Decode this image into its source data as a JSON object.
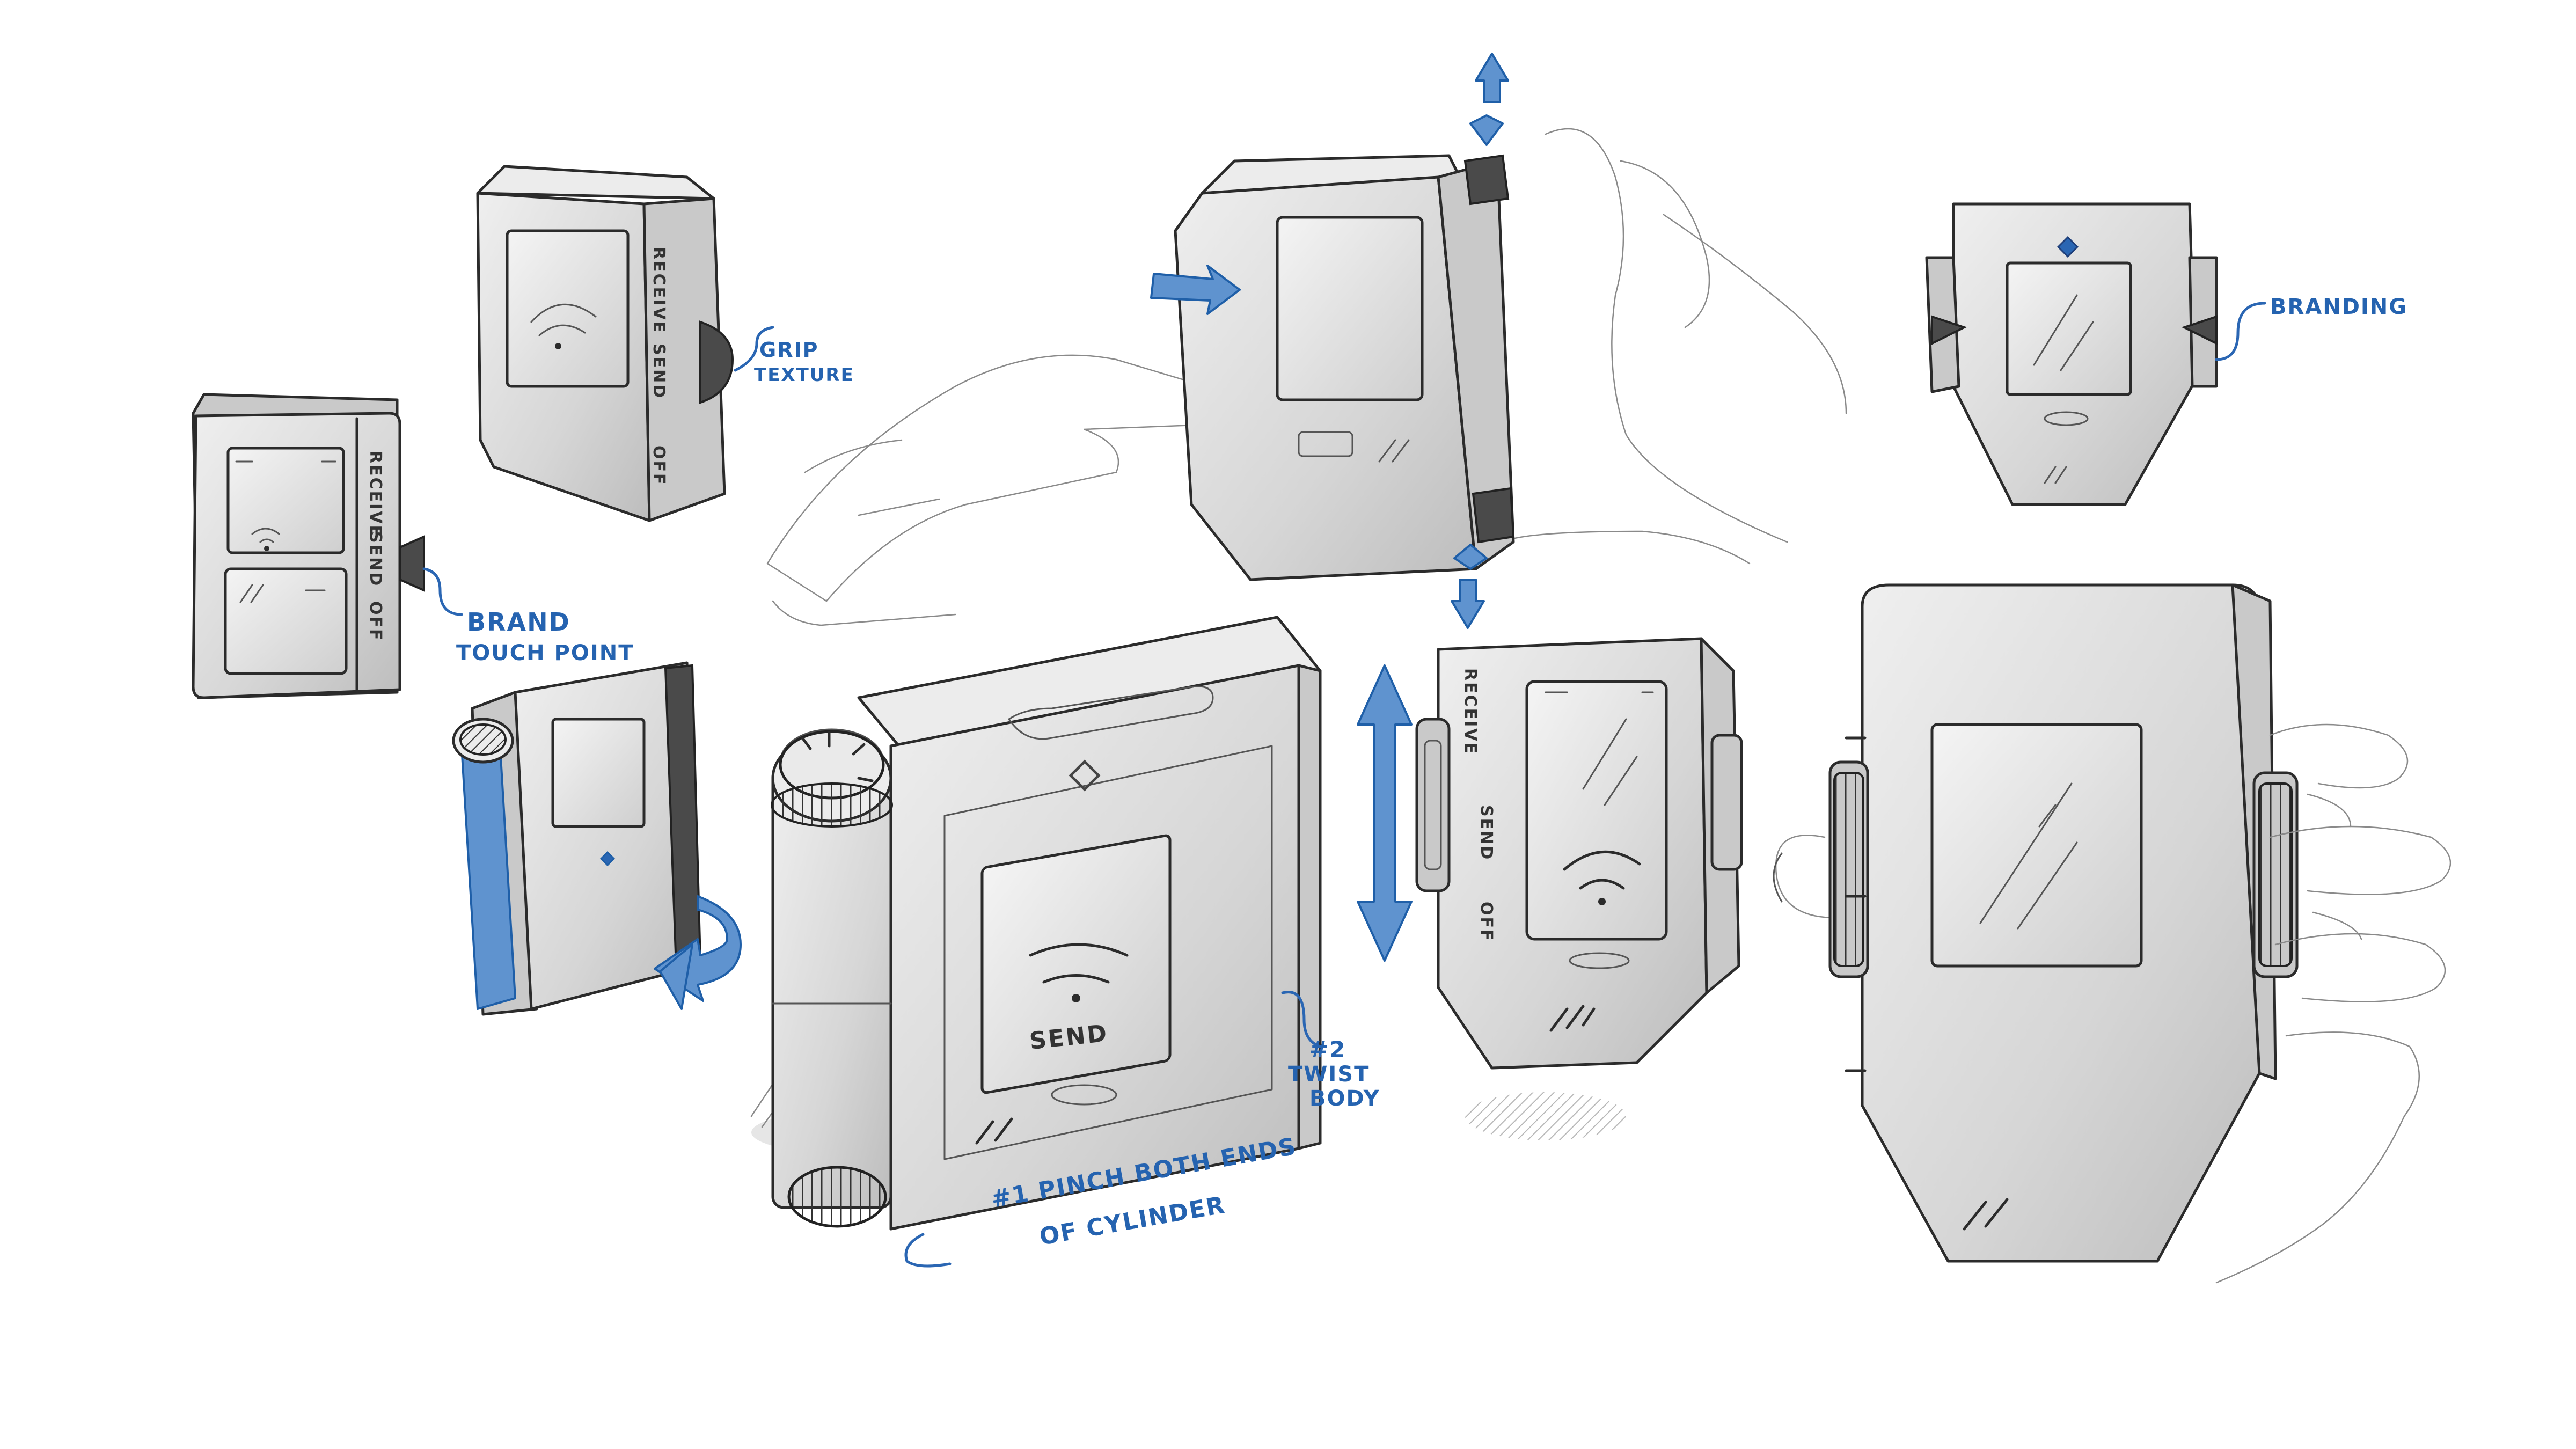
{
  "labels": {
    "grip_texture_1": "GRIP",
    "grip_texture_2": "TEXTURE",
    "brand_touch_1": "BRAND",
    "brand_touch_2": "TOUCH POINT",
    "branding": "BRANDING",
    "twist_1": "#2",
    "twist_2": "TWIST",
    "twist_3": "BODY",
    "pinch_1": "#1 PINCH BOTH ENDS",
    "pinch_2": "OF CYLINDER"
  },
  "device_text": {
    "receive": "RECEIVE",
    "send": "SEND",
    "off": "OFF",
    "screen_send": "SEND"
  },
  "colors": {
    "annotation_blue": "#2563b0",
    "arrow_blue": "#5f93cf",
    "body_gray": "#d8d8d8",
    "ink": "#2b2b2b"
  },
  "icons": [
    "wifi-icon",
    "diamond-logo-icon",
    "rotate-arrow-icon",
    "double-arrow-icon"
  ]
}
